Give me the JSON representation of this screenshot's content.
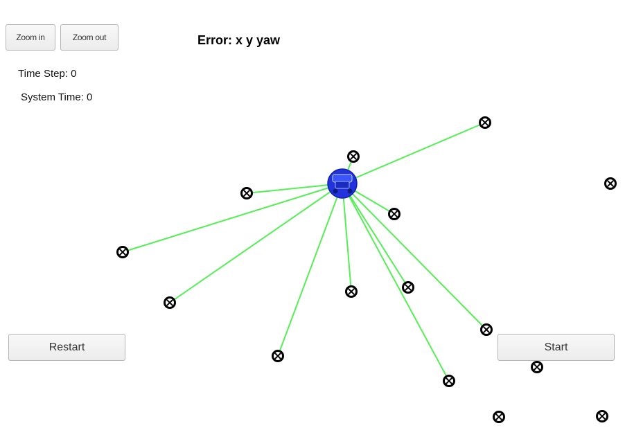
{
  "controls": {
    "zoom_in_label": "Zoom in",
    "zoom_out_label": "Zoom out",
    "restart_label": "Restart",
    "start_label": "Start"
  },
  "status": {
    "error_title": "Error: x y yaw",
    "time_step_text": "Time Step: 0",
    "system_time_text": "System Time: 0"
  },
  "colors": {
    "observation_line": "#55ee55",
    "landmark": "#000000",
    "car_body": "#2233dd",
    "car_outline": "#1122aa",
    "button_text": "#333333"
  },
  "icons": {
    "landmark": "landmark-x-circle-icon",
    "vehicle": "car-icon"
  }
}
